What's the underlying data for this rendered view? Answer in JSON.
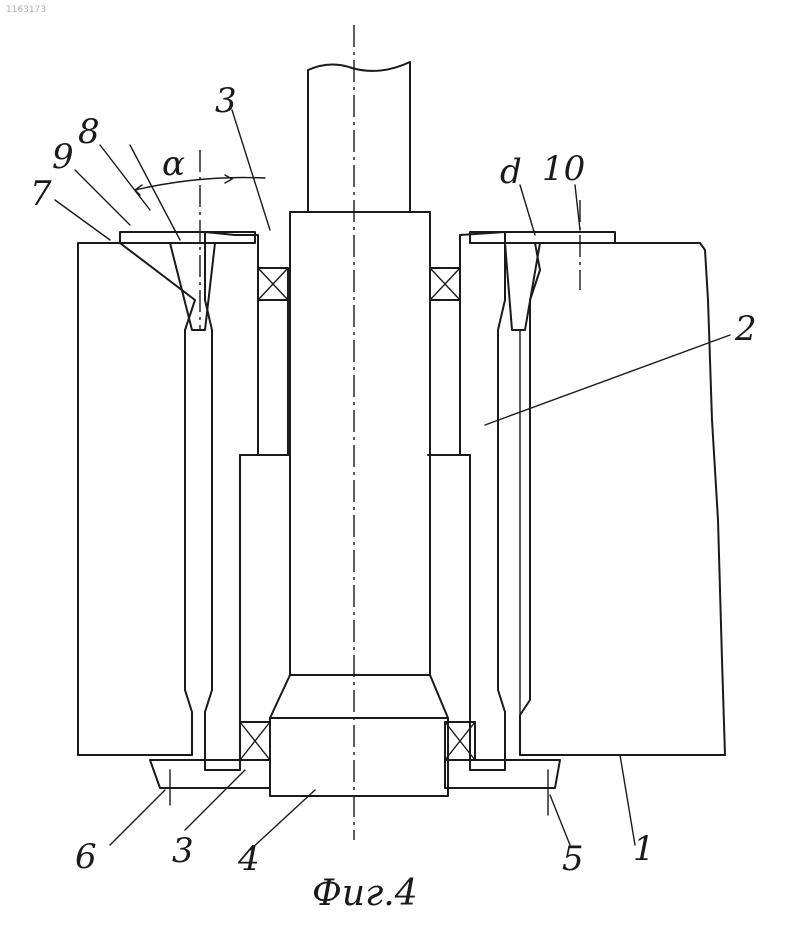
{
  "page": {
    "corner_stamp": "1163173"
  },
  "figure": {
    "caption": "Фиг.4",
    "angle_symbol": "α",
    "labels": {
      "l1": "1",
      "l2": "2",
      "l3_top": "3",
      "l3_bottom": "3",
      "l4": "4",
      "l5": "5",
      "l6": "6",
      "l7": "7",
      "l8": "8",
      "l9": "9",
      "l10": "10",
      "ld": "d"
    }
  }
}
